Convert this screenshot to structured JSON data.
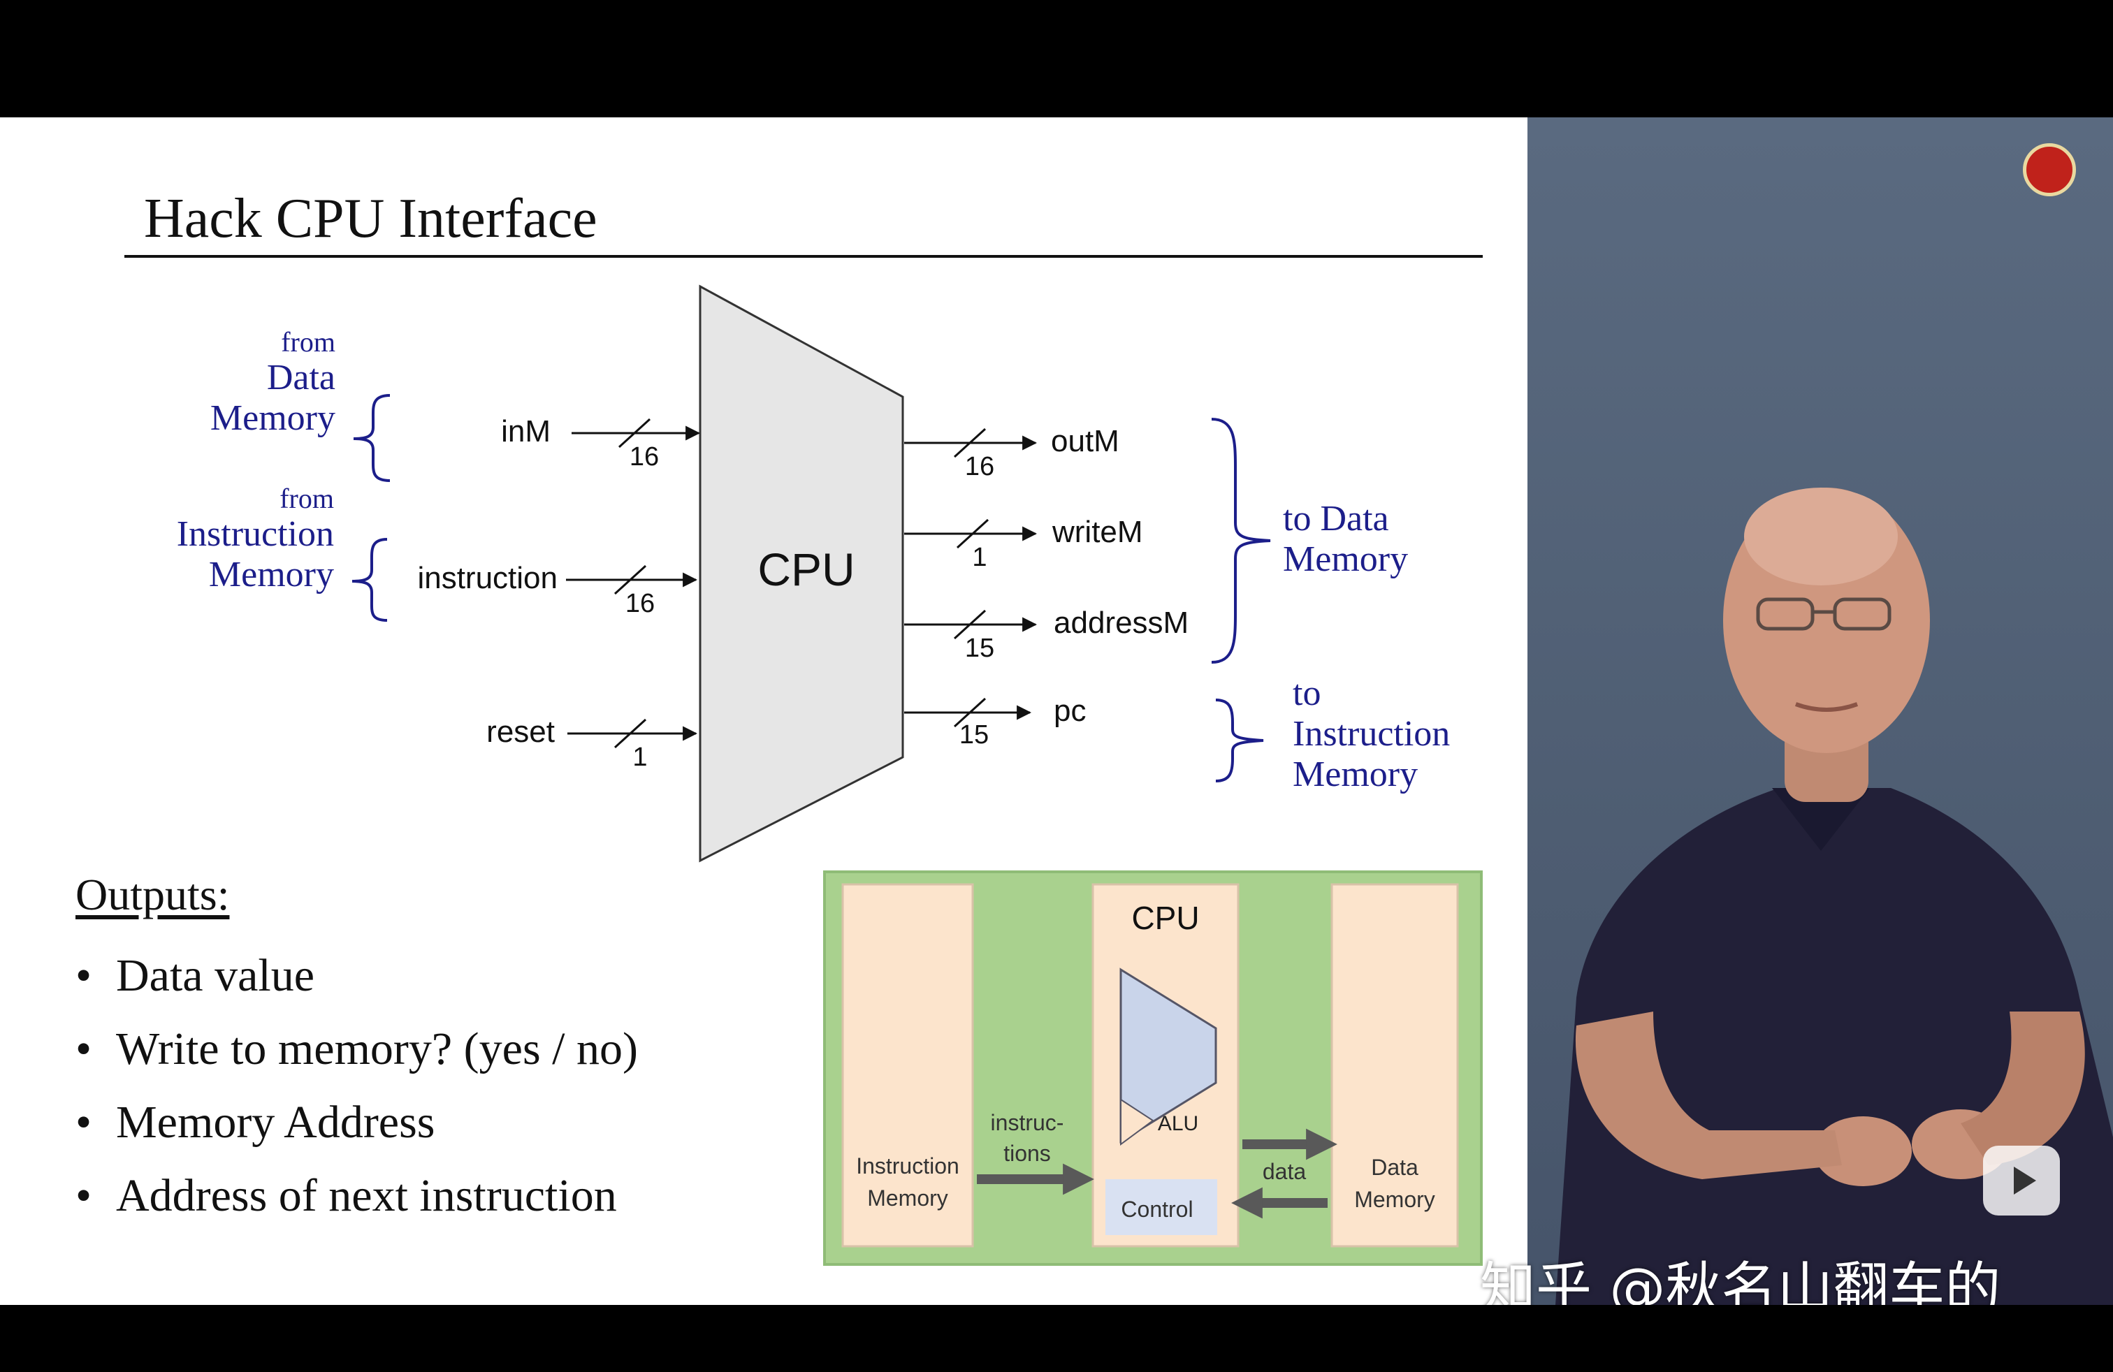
{
  "slide": {
    "title": "Hack CPU Interface",
    "cpu_label": "CPU",
    "inputs": [
      {
        "name": "inM",
        "width": "16"
      },
      {
        "name": "instruction",
        "width": "16"
      },
      {
        "name": "reset",
        "width": "1"
      }
    ],
    "outputs": [
      {
        "name": "outM",
        "width": "16"
      },
      {
        "name": "writeM",
        "width": "1"
      },
      {
        "name": "addressM",
        "width": "15"
      },
      {
        "name": "pc",
        "width": "15"
      }
    ],
    "sources": {
      "data_memory": [
        "from",
        "Data",
        "Memory"
      ],
      "instruction_memory": [
        "from",
        "Instruction",
        "Memory"
      ]
    },
    "destinations": {
      "data_memory": [
        "to Data",
        "Memory"
      ],
      "instruction_memory": [
        "to",
        "Instruction",
        "Memory"
      ]
    },
    "outputs_heading": "Outputs:",
    "bullets": [
      "Data value",
      "Write to memory?  (yes / no)",
      "Memory Address",
      "Address of next instruction"
    ],
    "bullet_symbol": "•",
    "mini_diagram": {
      "instruction_memory": [
        "Instruction",
        "Memory"
      ],
      "instructions_label": [
        "instruc-",
        "tions"
      ],
      "cpu_label": "CPU",
      "alu_label": "ALU",
      "control_label": "Control",
      "data_label": "data",
      "data_memory": [
        "Data",
        "Memory"
      ]
    }
  },
  "watermark": "知乎 @秋名山翻车的",
  "colors": {
    "accent_blue": "#1c1e8a",
    "mini_bg": "#a9d18e",
    "mini_block": "#fce4cc",
    "alu_fill": "#c9d4ea",
    "control_fill": "#d9e1f2",
    "arrow_gray": "#595959"
  }
}
